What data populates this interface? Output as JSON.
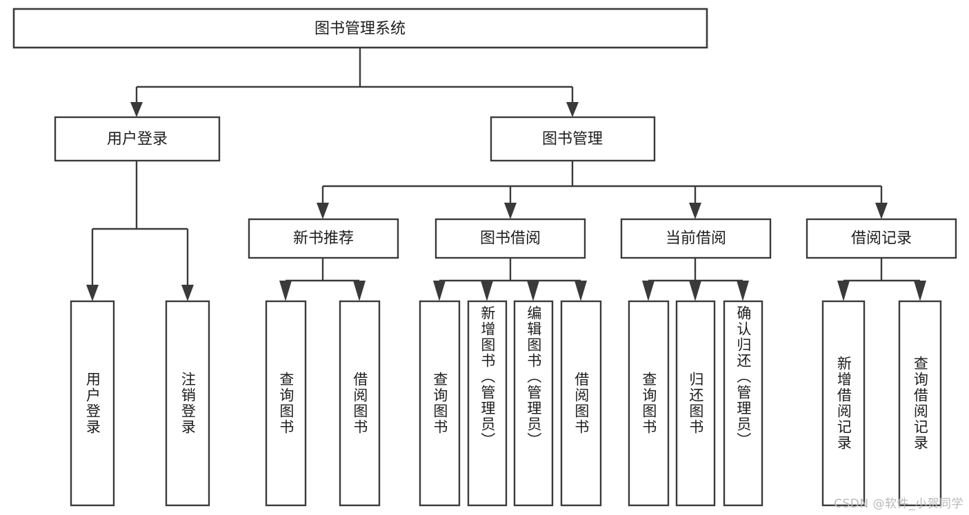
{
  "diagram": {
    "type": "tree",
    "title": "图书管理系统",
    "watermark": "CSDN @软件_小贺同学",
    "root": {
      "label": "图书管理系统"
    },
    "level2": [
      {
        "label": "用户登录"
      },
      {
        "label": "图书管理"
      }
    ],
    "level3": [
      {
        "label": "新书推荐"
      },
      {
        "label": "图书借阅"
      },
      {
        "label": "当前借阅"
      },
      {
        "label": "借阅记录"
      }
    ],
    "leaves": {
      "user_login": [
        {
          "label": "用户登录"
        },
        {
          "label": "注销登录"
        }
      ],
      "new_book_recommend": [
        {
          "label": "查询图书"
        },
        {
          "label": "借阅图书"
        }
      ],
      "book_borrow": [
        {
          "label": "查询图书"
        },
        {
          "label": "新增图书（管理员）"
        },
        {
          "label": "编辑图书（管理员）"
        },
        {
          "label": "借阅图书"
        }
      ],
      "current_borrow": [
        {
          "label": "查询图书"
        },
        {
          "label": "归还图书"
        },
        {
          "label": "确认归还（管理员）"
        }
      ],
      "borrow_record": [
        {
          "label": "新增借阅记录"
        },
        {
          "label": "查询借阅记录"
        }
      ]
    },
    "colors": {
      "box_stroke": "#3a3a3a",
      "box_fill": "#ffffff",
      "text": "#1d1d1d",
      "background": "#ffffff",
      "watermark": "#b9b9b9"
    }
  }
}
